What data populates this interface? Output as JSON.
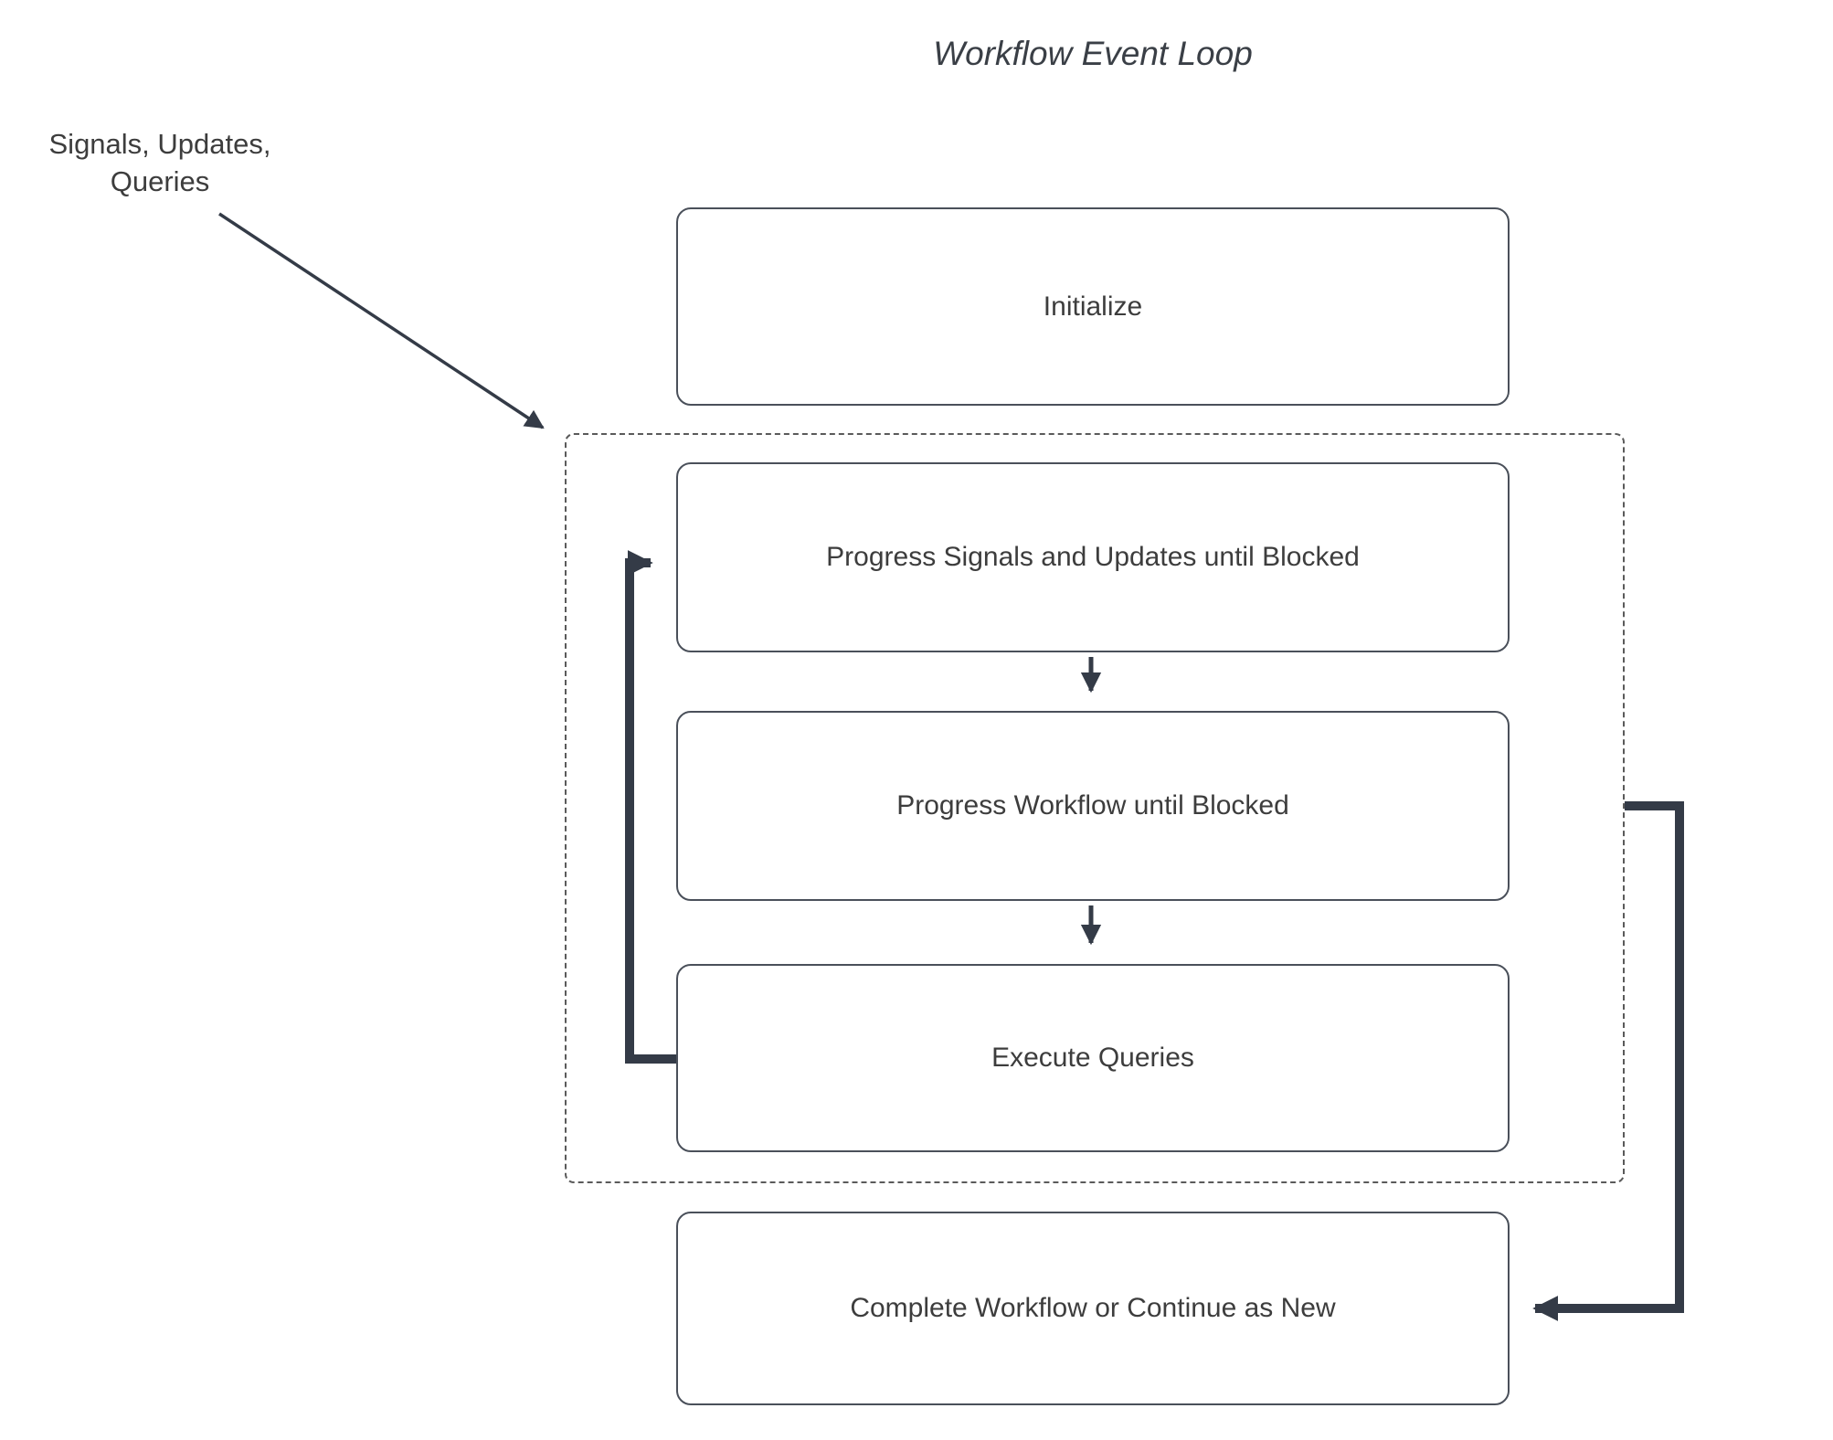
{
  "title": "Workflow Event Loop",
  "external_input": {
    "label_line1": "Signals, Updates,",
    "label_line2": "Queries"
  },
  "nodes": {
    "initialize": {
      "label": "Initialize"
    },
    "progress_signals": {
      "label": "Progress Signals and Updates until Blocked"
    },
    "progress_workflow": {
      "label": "Progress Workflow until Blocked"
    },
    "execute_queries": {
      "label": "Execute Queries"
    },
    "complete": {
      "label": "Complete Workflow or Continue as New"
    }
  },
  "colors": {
    "box_border": "#4a505a",
    "dashed_border": "#5a5a5a",
    "arrow": "#343b47",
    "text": "#3d3d3d",
    "background": "#ffffff"
  }
}
